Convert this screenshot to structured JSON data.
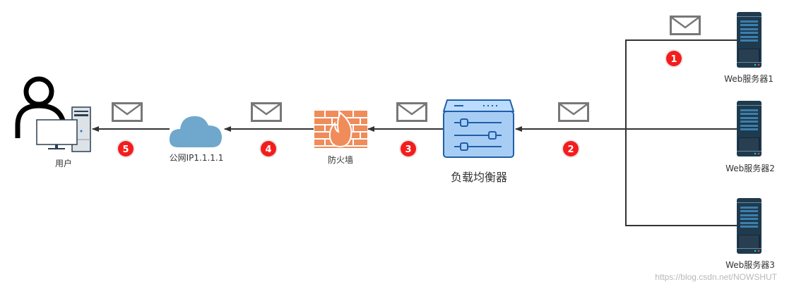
{
  "nodes": {
    "user": "用户",
    "public_ip": "公网IP1.1.1.1",
    "firewall": "防火墙",
    "load_balancer": "负载均衡器",
    "server1": "Web服务器1",
    "server2": "Web服务器2",
    "server3": "Web服务器3"
  },
  "steps": [
    "1",
    "2",
    "3",
    "4",
    "5"
  ],
  "watermark": "https://blog.csdn.net/NOWSHUT",
  "colors": {
    "badge": "#f51c1c",
    "cloud": "#6fa8cc",
    "firewall": "#f08c5a",
    "load_balancer": "#a8cdf5",
    "server": "#1f3a4d",
    "envelope": "#777777",
    "line": "#333333"
  }
}
